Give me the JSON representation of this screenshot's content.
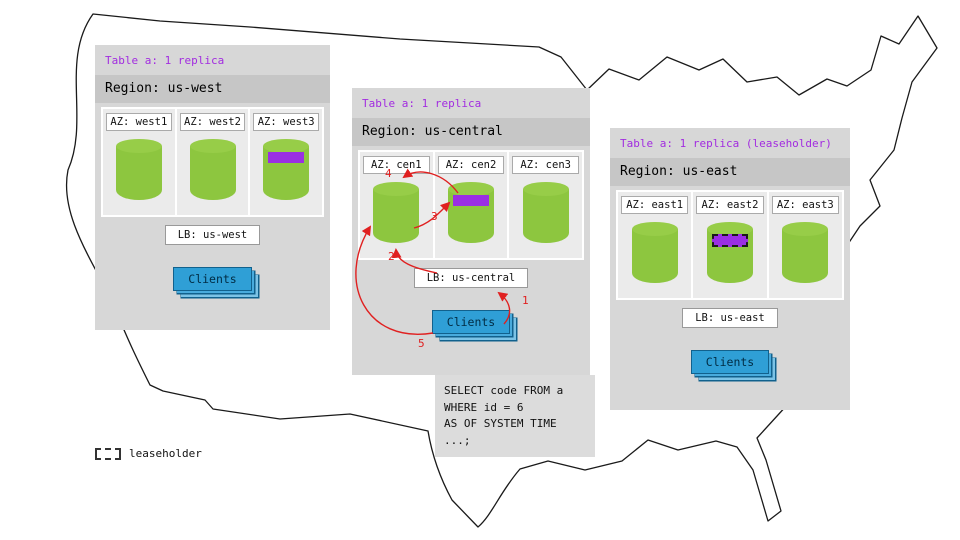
{
  "colors": {
    "panel_gray": "#d7d7d7",
    "region_bar_gray": "#c6c6c6",
    "az_gray": "#ebebeb",
    "cylinder_green": "#8dc63f",
    "replica_purple": "#9a2fe3",
    "table_label_purple": "#a22ce0",
    "clients_blue": "#2f9fd6",
    "arrow_red": "#e02020"
  },
  "regions": [
    {
      "name": "us-west",
      "table_label": "Table a: 1 replica",
      "region_label": "Region: us-west",
      "azs": [
        {
          "label": "AZ: west1",
          "replica": false,
          "leaseholder": false
        },
        {
          "label": "AZ: west2",
          "replica": false,
          "leaseholder": false
        },
        {
          "label": "AZ: west3",
          "replica": true,
          "leaseholder": false
        }
      ],
      "lb_label": "LB: us-west",
      "clients_label": "Clients"
    },
    {
      "name": "us-central",
      "table_label": "Table a: 1 replica",
      "region_label": "Region: us-central",
      "azs": [
        {
          "label": "AZ: cen1",
          "replica": false,
          "leaseholder": false
        },
        {
          "label": "AZ: cen2",
          "replica": true,
          "leaseholder": false
        },
        {
          "label": "AZ: cen3",
          "replica": false,
          "leaseholder": false
        }
      ],
      "lb_label": "LB: us-central",
      "clients_label": "Clients"
    },
    {
      "name": "us-east",
      "table_label": "Table a: 1 replica (leaseholder)",
      "region_label": "Region: us-east",
      "azs": [
        {
          "label": "AZ: east1",
          "replica": false,
          "leaseholder": false
        },
        {
          "label": "AZ: east2",
          "replica": true,
          "leaseholder": true
        },
        {
          "label": "AZ: east3",
          "replica": false,
          "leaseholder": false
        }
      ],
      "lb_label": "LB: us-east",
      "clients_label": "Clients"
    }
  ],
  "steps": [
    "1",
    "2",
    "3",
    "4",
    "5"
  ],
  "query": {
    "line1": "SELECT code FROM a",
    "line2": "WHERE id = 6",
    "line3": "AS OF SYSTEM TIME ...;"
  },
  "legend": {
    "label": "leaseholder"
  }
}
